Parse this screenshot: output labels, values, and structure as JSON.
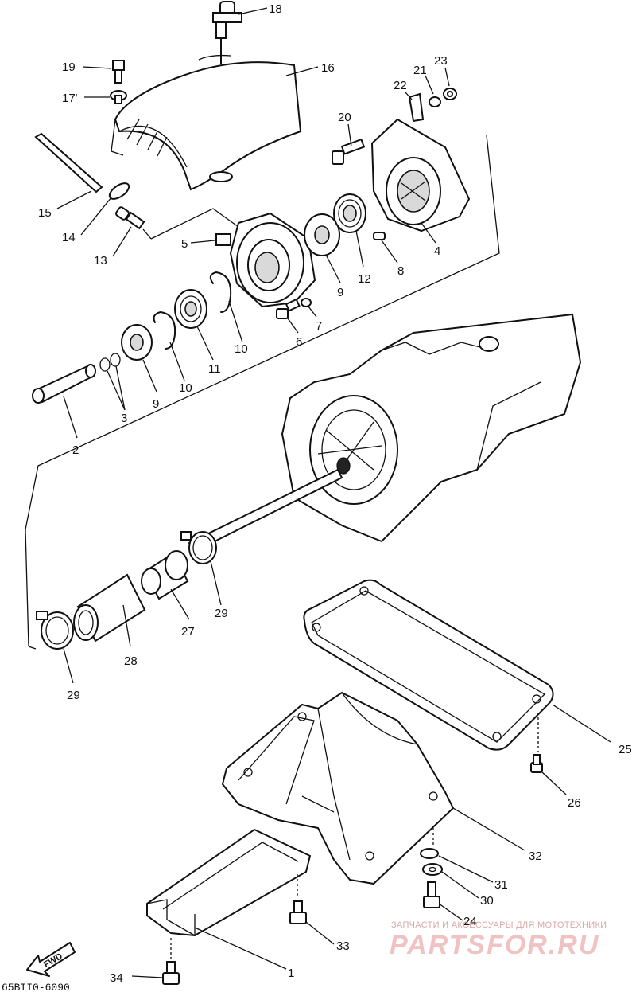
{
  "labels": [
    {
      "text": "18"
    },
    {
      "text": "16"
    },
    {
      "text": "19"
    },
    {
      "text": "17'"
    },
    {
      "text": "21"
    },
    {
      "text": "23"
    },
    {
      "text": "22"
    },
    {
      "text": "20"
    },
    {
      "text": "15"
    },
    {
      "text": "14"
    },
    {
      "text": "13"
    },
    {
      "text": "5"
    },
    {
      "text": "4"
    },
    {
      "text": "8"
    },
    {
      "text": "12"
    },
    {
      "text": "9"
    },
    {
      "text": "7"
    },
    {
      "text": "6"
    },
    {
      "text": "10"
    },
    {
      "text": "11"
    },
    {
      "text": "10"
    },
    {
      "text": "9"
    },
    {
      "text": "3"
    },
    {
      "text": "2"
    },
    {
      "text": "29"
    },
    {
      "text": "27"
    },
    {
      "text": "28"
    },
    {
      "text": "29"
    },
    {
      "text": "25"
    },
    {
      "text": "26"
    },
    {
      "text": "32"
    },
    {
      "text": "31"
    },
    {
      "text": "30"
    },
    {
      "text": "24"
    },
    {
      "text": "33"
    },
    {
      "text": "1"
    },
    {
      "text": "34"
    }
  ],
  "fwd_label": "FWD",
  "drawing_code": "65BII0-6090",
  "watermark": {
    "line1": "ЗАПЧАСТИ И АКСЕССУАРЫ ДЛЯ МОТОТЕХНИКИ",
    "line2": "PARTSFOR.RU"
  },
  "colors": {
    "ink": "#111111",
    "watermark": "#f0c2c2"
  }
}
